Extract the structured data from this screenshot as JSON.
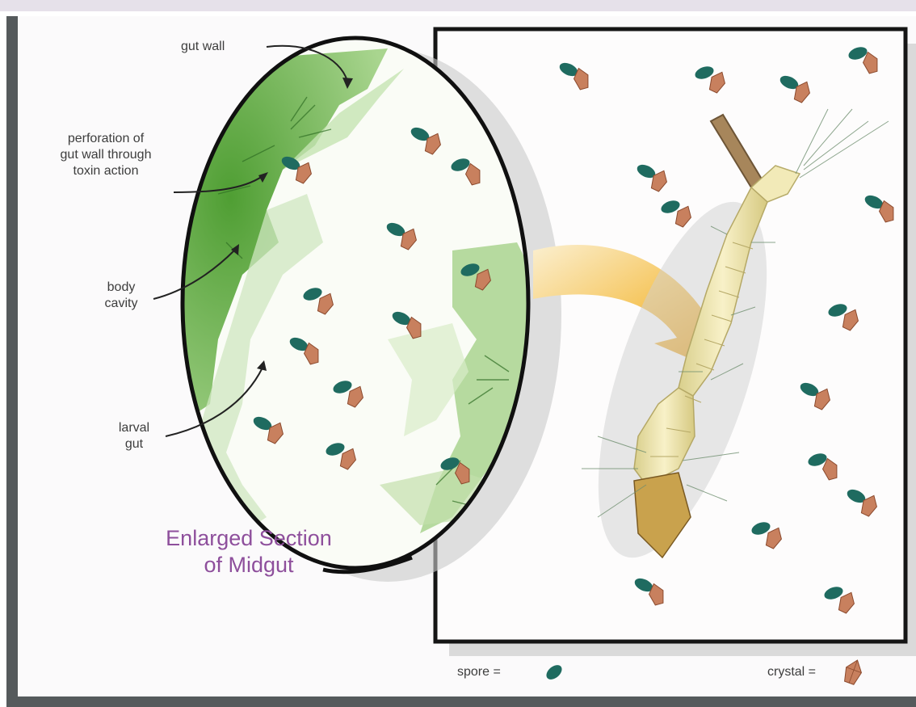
{
  "labels": {
    "gut_wall": "gut wall",
    "perforation": [
      "perforation of",
      "gut wall through",
      "toxin action"
    ],
    "body_cavity": [
      "body",
      "cavity"
    ],
    "larval_gut": [
      "larval",
      "gut"
    ],
    "section_title": [
      "Enlarged Section",
      "of Midgut"
    ]
  },
  "legend": {
    "spore_label": "spore =",
    "crystal_label": "crystal ="
  },
  "colors": {
    "spore": "#1f6b60",
    "crystal": "#c8805e",
    "tissue": "#5aa83a",
    "larva_body": "#efe5ad",
    "arrow": "#e8a623",
    "title": "#8e4f9c",
    "frame": "#555a5c"
  }
}
